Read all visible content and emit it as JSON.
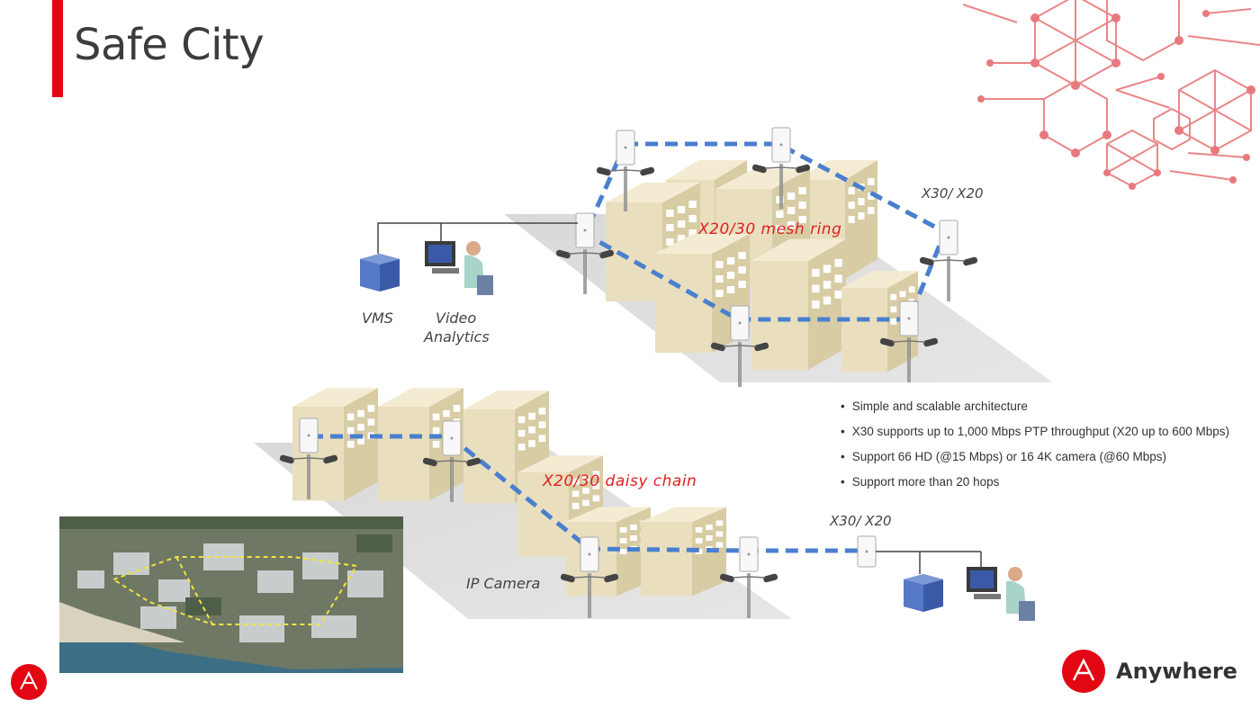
{
  "slide": {
    "title": "Safe City"
  },
  "labels": {
    "mesh_ring": "X20/30 mesh ring",
    "daisy_chain": "X20/30 daisy chain",
    "x30_x20_top": "X30/ X20",
    "x30_x20_bottom": "X30/ X20",
    "vms": "VMS",
    "video_analytics_line1": "Video",
    "video_analytics_line2": "Analytics",
    "ip_camera": "IP Camera"
  },
  "bullets": [
    "Simple and scalable architecture",
    "X30 supports up to 1,000 Mbps PTP throughput (X20 up to 600 Mbps)",
    "Support 66 HD (@15 Mbps) or 16 4K camera (@60 Mbps)",
    "Support more than 20 hops"
  ],
  "brand": {
    "name": "Anywhere"
  },
  "colors": {
    "accent_red": "#e30613",
    "link_blue": "#4a7fcf",
    "building": "#ece2c3",
    "label_red": "#e02020",
    "hex_pattern": "#e8797c"
  },
  "icons": {
    "brand_logo": "anywhere-logo-icon",
    "radio_unit": "radio-antenna-icon",
    "camera": "cctv-camera-icon",
    "server": "server-icon",
    "operator": "operator-workstation-icon"
  }
}
